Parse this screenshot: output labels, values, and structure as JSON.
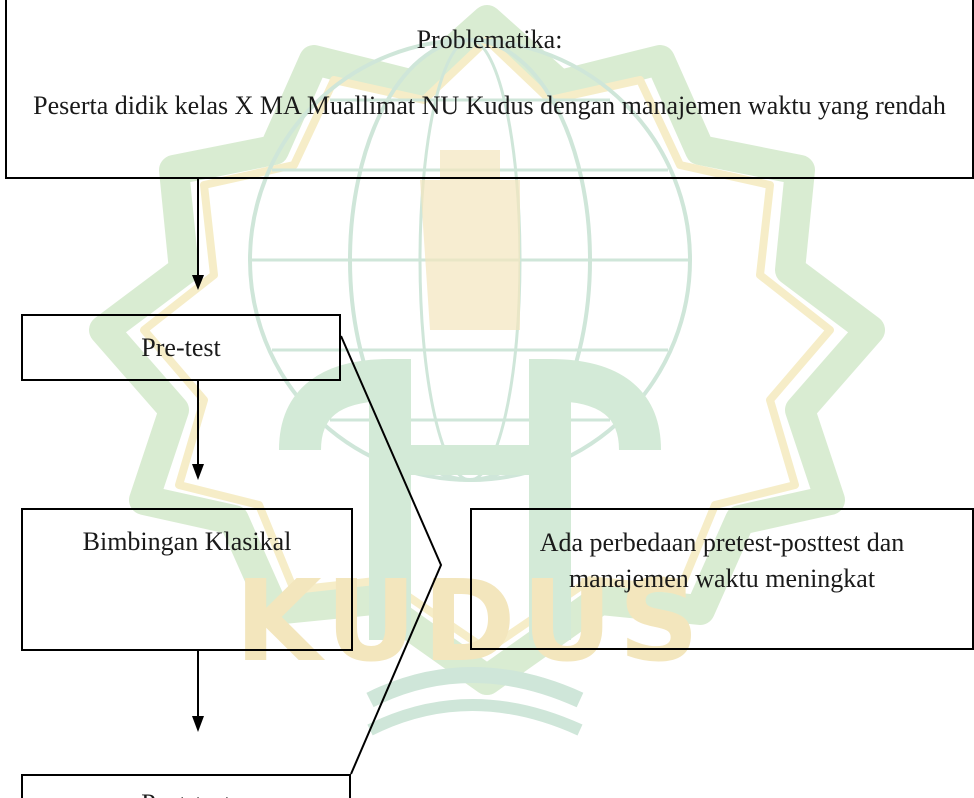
{
  "diagram": {
    "problem": {
      "title": "Problematika:",
      "description": "Peserta didik kelas X MA Muallimat NU Kudus dengan manajemen waktu yang rendah"
    },
    "steps": {
      "pretest": "Pre-test",
      "treatment": "Bimbingan Klasikal",
      "posttest": "Post-test"
    },
    "result": "Ada perbedaan pretest-posttest dan manajemen waktu meningkat"
  },
  "watermark": {
    "text": "KUDUS",
    "colors": {
      "green": "#cfe6d9",
      "gold": "#f3e6bd"
    }
  },
  "colors": {
    "line": "#000000",
    "text": "#1a1a1a"
  }
}
